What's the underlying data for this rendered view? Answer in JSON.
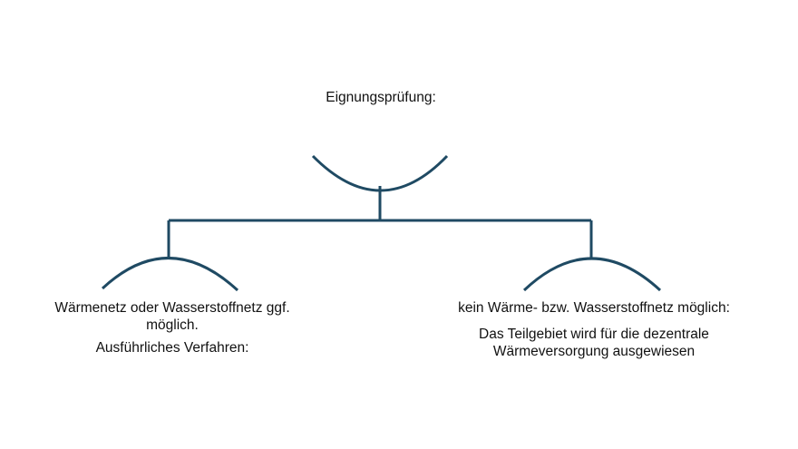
{
  "root": {
    "label": "Eignungsprüfung:"
  },
  "left_branch": {
    "line1": "Wärmenetz oder Wasserstoffnetz ggf.",
    "line2": "möglich.",
    "line3": "Ausführliches Verfahren:"
  },
  "right_branch": {
    "line1": "kein Wärme- bzw. Wasserstoffnetz möglich:",
    "line2": "Das Teilgebiet wird für die dezentrale",
    "line3": "Wärmeversorgung ausgewiesen"
  },
  "colors": {
    "connector": "#1f4a63",
    "text": "#111111",
    "background": "#ffffff"
  }
}
